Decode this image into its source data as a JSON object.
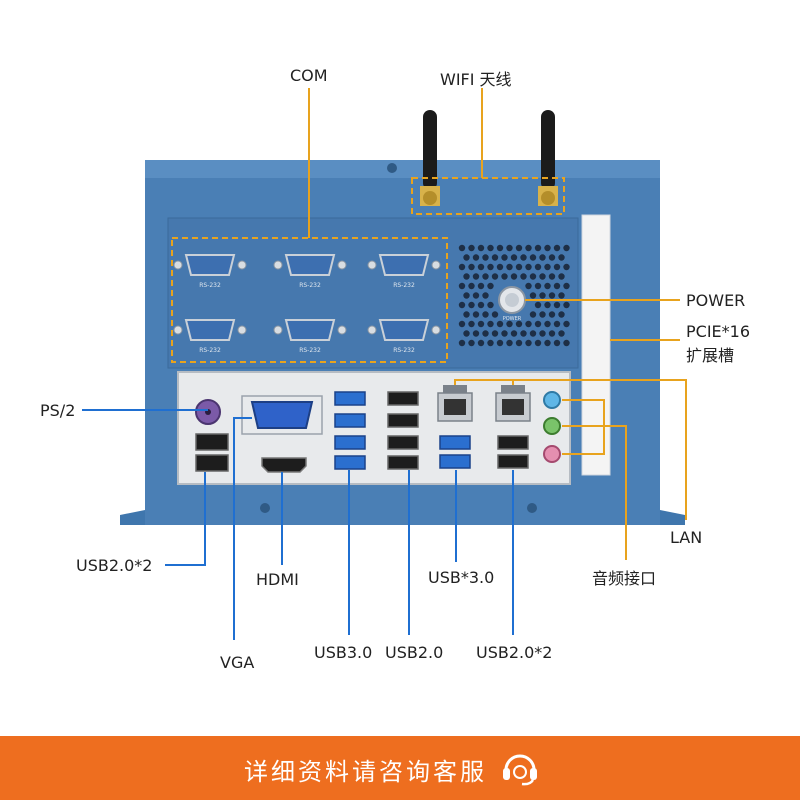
{
  "labels": {
    "com": "COM",
    "wifi": "WIFI 天线",
    "power": "POWER",
    "pcie_line1": "PCIE*16",
    "pcie_line2": "扩展槽",
    "ps2": "PS/2",
    "lan": "LAN",
    "audio": "音频接口",
    "usb20x2_left": "USB2.0*2",
    "hdmi": "HDMI",
    "usb3x3": "USB*3.0",
    "vga": "VGA",
    "usb30": "USB3.0",
    "usb20": "USB2.0",
    "usb20x2_right": "USB2.0*2"
  },
  "port_text": {
    "rs232": "RS-232",
    "power_button": "POWER"
  },
  "footer": {
    "text": "详细资料请咨询客服"
  },
  "colors": {
    "chassis": "#4a7fb5",
    "chassis_dark": "#3a6a9c",
    "io_plate": "#e8eaec",
    "callout_orange": "#e8a31e",
    "callout_blue": "#1f6fd1",
    "usb3_blue": "#2b6fcf",
    "footer_bg": "#ee6e1f"
  }
}
